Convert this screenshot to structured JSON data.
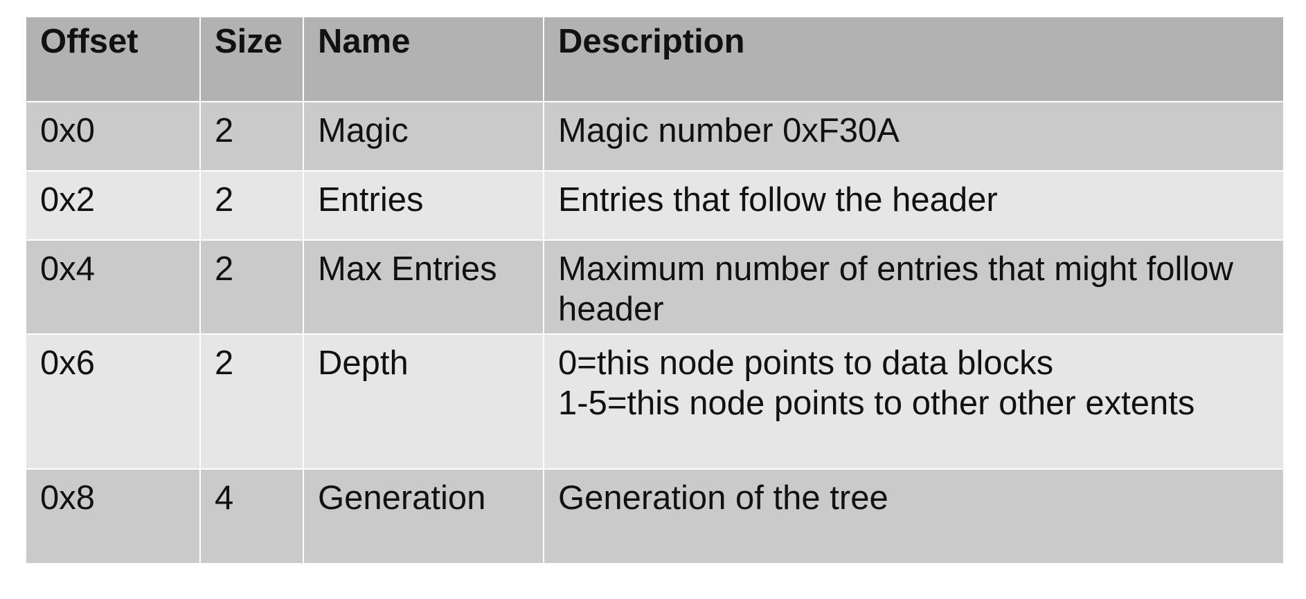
{
  "table": {
    "headers": [
      "Offset",
      "Size",
      "Name",
      "Description"
    ],
    "rows": [
      {
        "offset": "0x0",
        "size": "2",
        "name": "Magic",
        "description": [
          "Magic number 0xF30A"
        ]
      },
      {
        "offset": "0x2",
        "size": "2",
        "name": "Entries",
        "description": [
          "Entries that follow the header"
        ]
      },
      {
        "offset": "0x4",
        "size": "2",
        "name": "Max Entries",
        "description": [
          "Maximum number of entries that might follow",
          "header"
        ]
      },
      {
        "offset": "0x6",
        "size": "2",
        "name": "Depth",
        "description": [
          "0=this node points to data blocks",
          "1-5=this node points to other other extents"
        ]
      },
      {
        "offset": "0x8",
        "size": "4",
        "name": "Generation",
        "description": [
          "Generation of the tree"
        ]
      }
    ]
  }
}
